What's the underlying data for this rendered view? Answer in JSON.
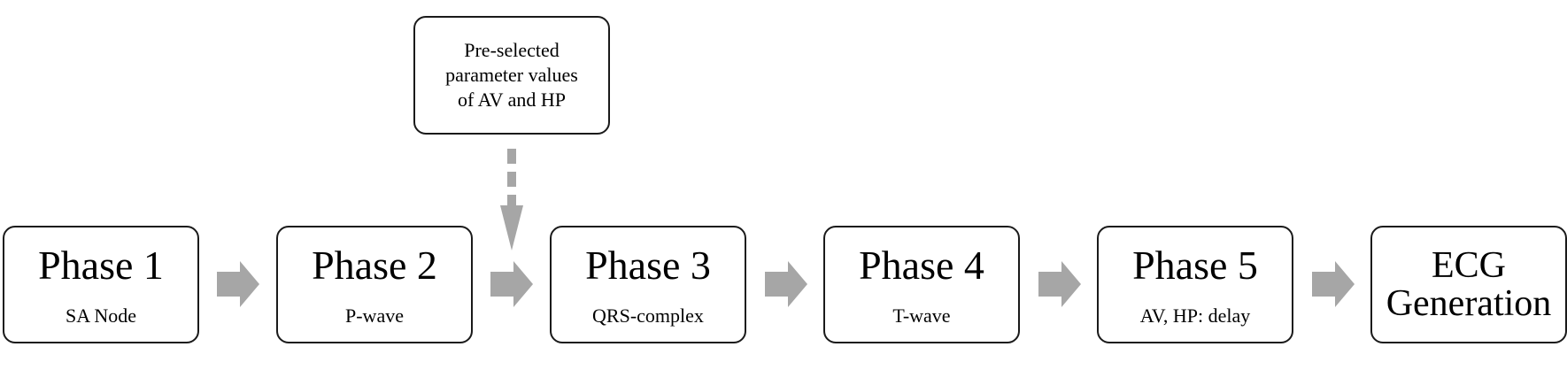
{
  "diagram": {
    "phases": [
      {
        "title": "Phase 1",
        "subtitle": "SA Node"
      },
      {
        "title": "Phase 2",
        "subtitle": "P-wave"
      },
      {
        "title": "Phase 3",
        "subtitle": "QRS-complex"
      },
      {
        "title": "Phase 4",
        "subtitle": "T-wave"
      },
      {
        "title": "Phase 5",
        "subtitle": "AV, HP: delay"
      }
    ],
    "output": {
      "line1": "ECG",
      "line2": "Generation"
    },
    "input": {
      "line1": "Pre-selected",
      "line2": "parameter values",
      "line3": "of AV and HP"
    },
    "colors": {
      "arrow": "#a6a6a6",
      "border": "#1a1a1a"
    }
  }
}
